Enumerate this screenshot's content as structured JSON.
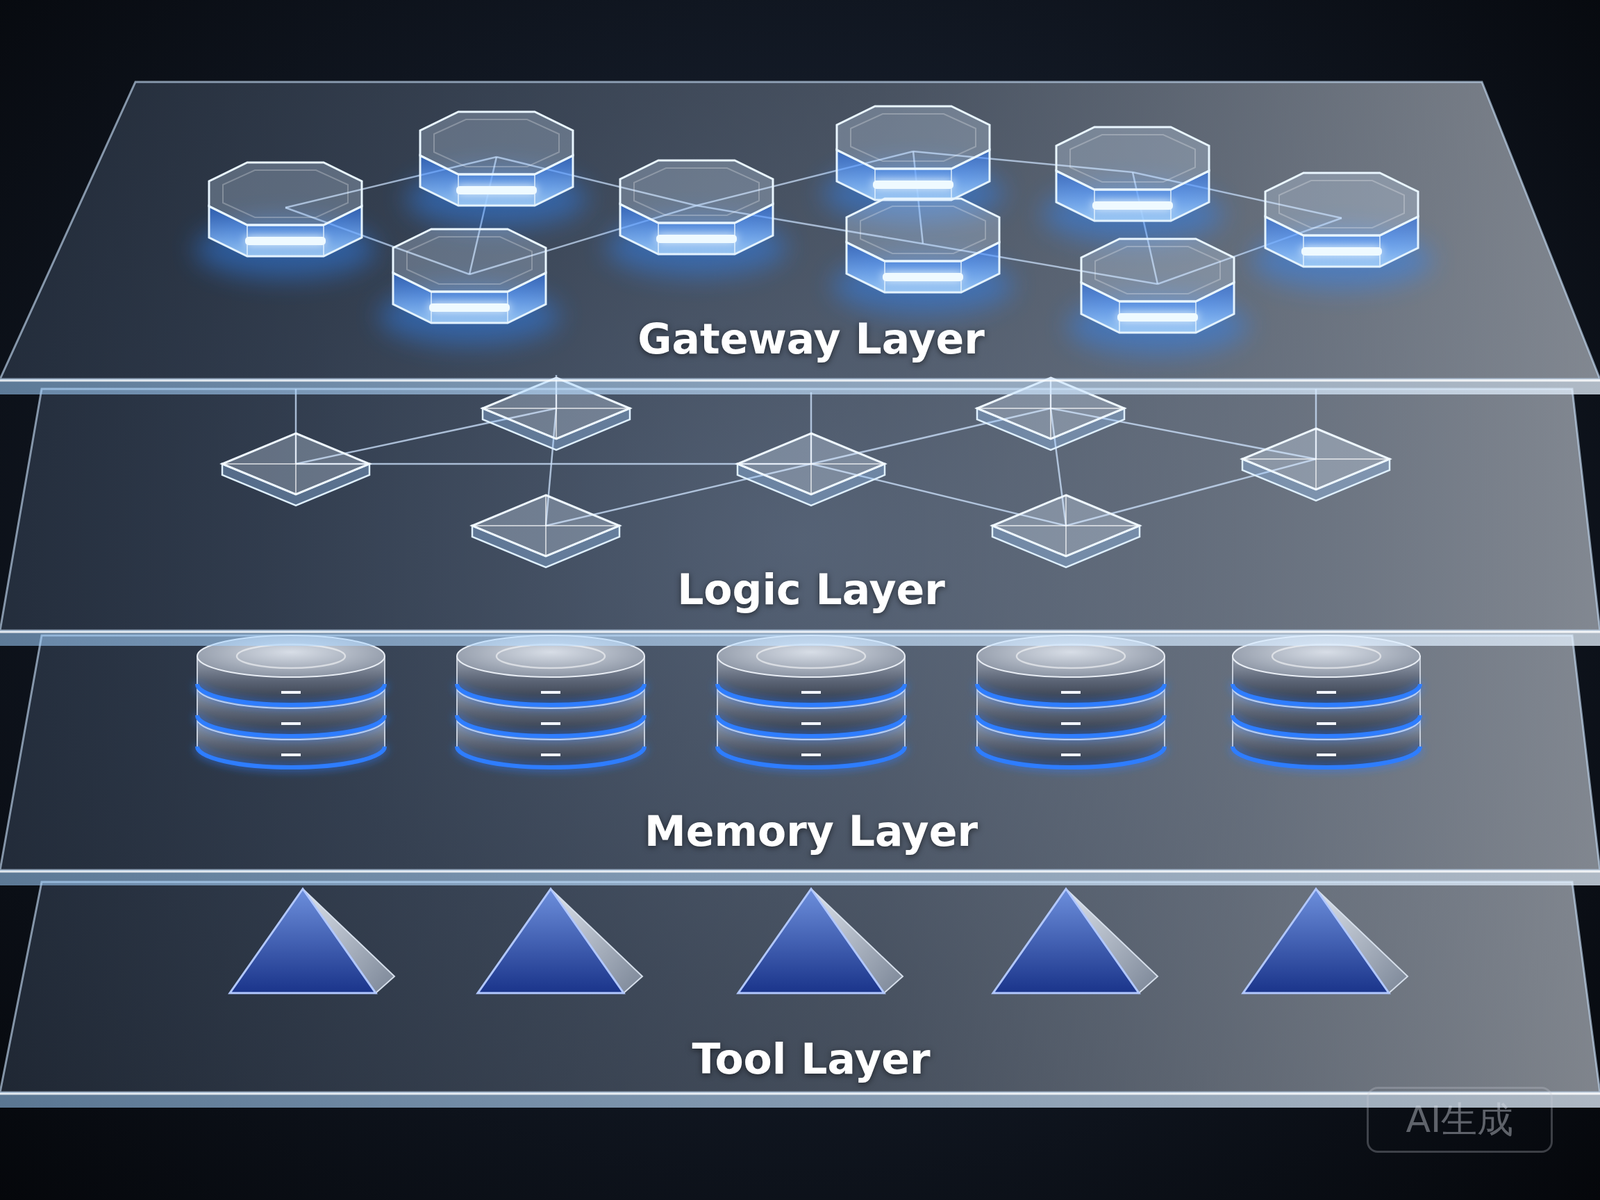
{
  "diagram": {
    "nodes": [
      {
        "text": [
          "Gateway Layer"
        ]
      },
      {
        "text": [
          "Logic Layer"
        ]
      },
      {
        "text": [
          "Memory Layer"
        ]
      },
      {
        "text": [
          "Tool Layer"
        ]
      }
    ],
    "labels": [
      "AI生成"
    ]
  }
}
